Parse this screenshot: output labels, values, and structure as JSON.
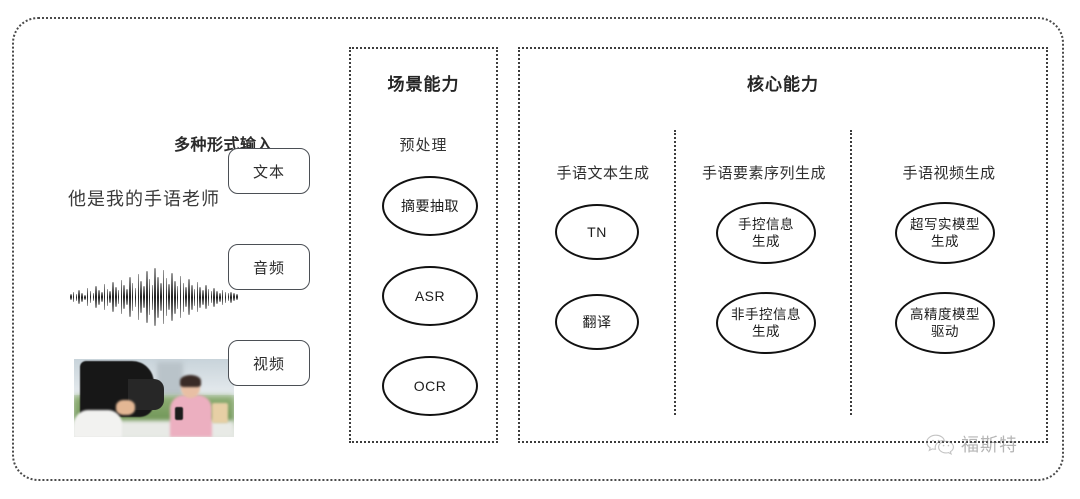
{
  "diagram": {
    "title_hidden": "",
    "input_section": {
      "heading": "多种形式输入",
      "sample_text": "他是我的手语老师",
      "modalities": [
        {
          "label": "文本",
          "media": "text-line"
        },
        {
          "label": "音频",
          "media": "audio-waveform"
        },
        {
          "label": "视频",
          "media": "video-thumbnail"
        }
      ]
    },
    "scene_panel": {
      "title": "场景能力",
      "subtitle": "预处理",
      "nodes": [
        "摘要抽取",
        "ASR",
        "OCR"
      ]
    },
    "core_panel": {
      "title": "核心能力",
      "columns": [
        {
          "title": "手语文本生成",
          "nodes": [
            "TN",
            "翻译"
          ]
        },
        {
          "title": "手语要素序列生成",
          "nodes": [
            "手控信息\n生成",
            "非手控信息\n生成"
          ]
        },
        {
          "title": "手语视频生成",
          "nodes": [
            "超写实模型\n生成",
            "高精度模型\n驱动"
          ]
        }
      ]
    },
    "watermark": {
      "text": "福斯特",
      "icon": "wechat-icon"
    },
    "colors": {
      "frame": "#4a4a4a",
      "panel_border": "#3d3d3d",
      "node_border": "#111111",
      "chip_border": "#4b4f55",
      "text": "#2b2b2b",
      "watermark": "#6e6e6e",
      "background": "#ffffff"
    }
  }
}
